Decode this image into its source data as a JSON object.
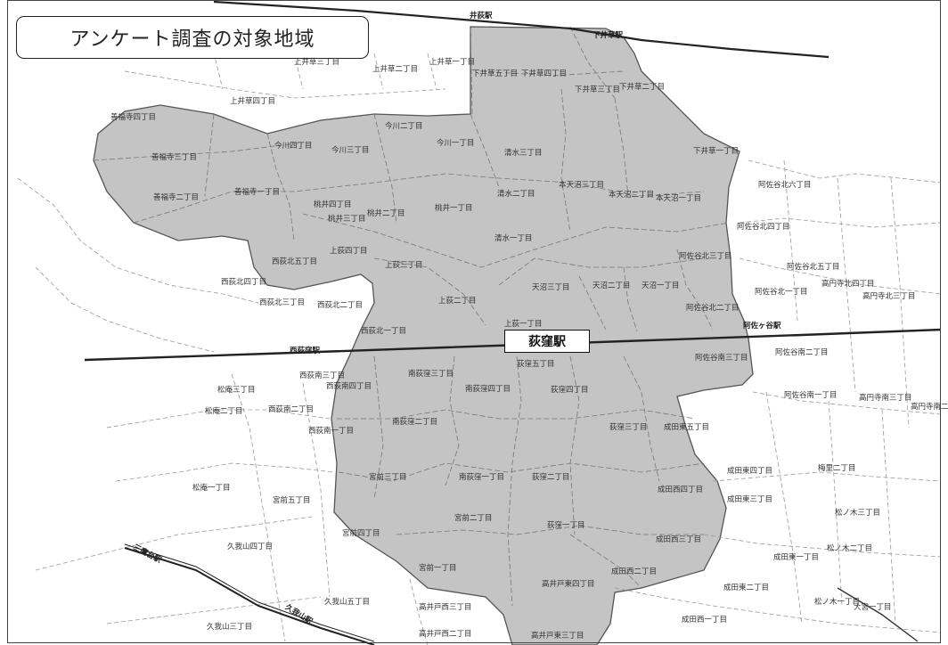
{
  "title": "アンケート調査の対象地域",
  "station": "荻窪駅",
  "colors": {
    "shaded_area": "#c4c4c4",
    "boundary": "#666666",
    "rail": "#222222",
    "background": "#ffffff"
  },
  "labels": {
    "l1": "井荻駅",
    "l2": "下井草駅",
    "l3": "上井草三丁目",
    "l4": "上井草二丁目",
    "l5": "上井草一丁目",
    "l6": "下井草五丁目",
    "l7": "下井草四丁目",
    "l8": "下井草三丁目",
    "l9": "下井草二丁目",
    "l10": "上井草四丁目",
    "l11": "善福寺四丁目",
    "l12": "今川二丁目",
    "l13": "今川四丁目",
    "l14": "今川三丁目",
    "l15": "今川一丁目",
    "l16": "清水三丁目",
    "l17": "下井草一丁目",
    "l18": "善福寺三丁目",
    "l19": "善福寺二丁目",
    "l20": "善福寺一丁目",
    "l21": "桃井四丁目",
    "l22": "桃井三丁目",
    "l23": "桃井二丁目",
    "l24": "桃井一丁目",
    "l25": "清水二丁目",
    "l26": "本天沼三丁目",
    "l27": "本天沼二丁目",
    "l28": "本天沼一丁目",
    "l29": "阿佐谷北六丁目",
    "l30": "阿佐谷北四丁目",
    "l31": "清水一丁目",
    "l32": "上荻四丁目",
    "l33": "西荻北五丁目",
    "l34": "上荻三丁目",
    "l35": "阿佐谷北三丁目",
    "l36": "阿佐谷北五丁目",
    "l37": "西荻北四丁目",
    "l38": "天沼三丁目",
    "l39": "天沼二丁目",
    "l40": "天沼一丁目",
    "l41": "阿佐谷北一丁目",
    "l42": "高円寺北四丁目",
    "l43": "高円寺北三丁目",
    "l44": "西荻北三丁目",
    "l45": "西荻北二丁目",
    "l46": "上荻二丁目",
    "l47": "阿佐谷北二丁目",
    "l48": "上荻一丁目",
    "l49": "阿佐ヶ谷駅",
    "l50": "西荻北一丁目",
    "l51": "西荻窪駅",
    "l52": "荻窪五丁目",
    "l53": "阿佐谷南三丁目",
    "l54": "阿佐谷南二丁目",
    "l55": "西荻南三丁目",
    "l56": "南荻窪三丁目",
    "l57": "西荻南四丁目",
    "l58": "南荻窪四丁目",
    "l59": "荻窪四丁目",
    "l60": "松庵三丁目",
    "l61": "西荻南二丁目",
    "l62": "阿佐谷南一丁目",
    "l63": "高円寺南三丁目",
    "l64": "高円寺南二丁目",
    "l65": "松庵二丁目",
    "l66": "西荻南一丁目",
    "l67": "南荻窪二丁目",
    "l68": "荻窪三丁目",
    "l69": "成田東五丁目",
    "l70": "宮前三丁目",
    "l71": "南荻窪一丁目",
    "l72": "荻窪二丁目",
    "l73": "成田東四丁目",
    "l74": "梅里二丁目",
    "l75": "松庵一丁目",
    "l76": "宮前五丁目",
    "l77": "成田西四丁目",
    "l78": "成田東三丁目",
    "l79": "宮前二丁目",
    "l80": "荻窪一丁目",
    "l81": "松ノ木三丁目",
    "l82": "宮前四丁目",
    "l83": "久我山四丁目",
    "l84": "成田西三丁目",
    "l85": "成田東一丁目",
    "l86": "松ノ木二丁目",
    "l87": "宮前一丁目",
    "l88": "成田西二丁目",
    "l89": "成田東二丁目",
    "l90": "高井戸東四丁目",
    "l91": "久我山五丁目",
    "l92": "高井戸西三丁目",
    "l93": "成田西一丁目",
    "l94": "松ノ木一丁目",
    "l95": "大宮一丁目",
    "l96": "久我山三丁目",
    "l97": "高井戸西二丁目",
    "l98": "高井戸東三丁目",
    "l99": "三鷹台駅",
    "l100": "久我山駅"
  }
}
